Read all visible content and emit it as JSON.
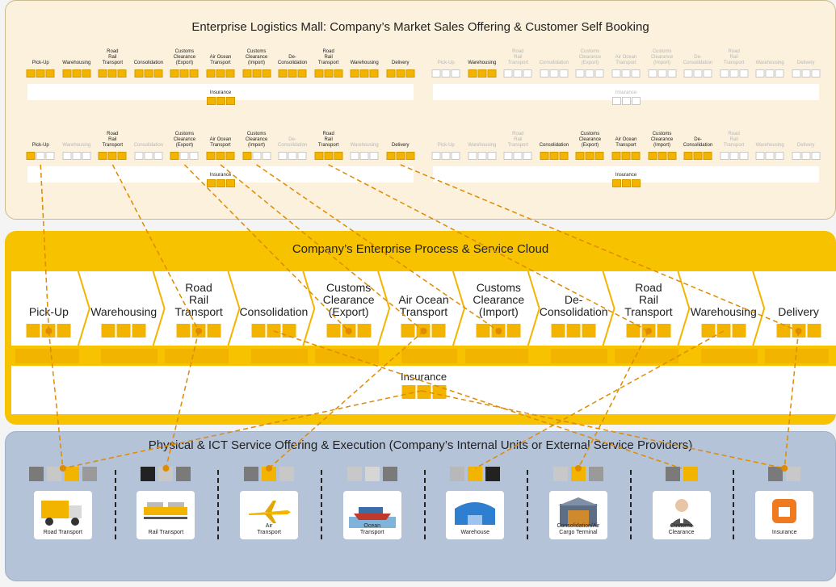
{
  "mall": {
    "title": "Enterprise Logistics Mall: Company’s Market Sales Offering & Customer Self Booking",
    "chains": [
      {
        "steps": [
          {
            "label": "Pick-Up",
            "on": "on"
          },
          {
            "label": "Warehousing",
            "on": "on"
          },
          {
            "label": "Road\nRail\nTransport",
            "on": "on"
          },
          {
            "label": "Consolidation",
            "on": "on"
          },
          {
            "label": "Customs\nClearance\n(Export)",
            "on": "on"
          },
          {
            "label": "Air Ocean\nTransport",
            "on": "on"
          },
          {
            "label": "Customs\nClearance\n(Import)",
            "on": "on"
          },
          {
            "label": "De-\nConsolidation",
            "on": "on"
          },
          {
            "label": "Road\nRail\nTransport",
            "on": "on"
          },
          {
            "label": "Warehousing",
            "on": "on"
          },
          {
            "label": "Delivery",
            "on": "on"
          }
        ],
        "insurance": {
          "label": "Insurance",
          "on": "on"
        }
      },
      {
        "steps": [
          {
            "label": "Pick-Up",
            "on": "off"
          },
          {
            "label": "Warehousing",
            "on": "on"
          },
          {
            "label": "Road\nRail\nTransport",
            "on": "off"
          },
          {
            "label": "Consolidation",
            "on": "off"
          },
          {
            "label": "Customs\nClearance\n(Export)",
            "on": "off"
          },
          {
            "label": "Air Ocean\nTransport",
            "on": "off"
          },
          {
            "label": "Customs\nClearance\n(Import)",
            "on": "off"
          },
          {
            "label": "De-\nConsolidation",
            "on": "off"
          },
          {
            "label": "Road\nRail\nTransport",
            "on": "off"
          },
          {
            "label": "Warehousing",
            "on": "off"
          },
          {
            "label": "Delivery",
            "on": "off"
          }
        ],
        "insurance": {
          "label": "Insurance",
          "on": "off"
        }
      },
      {
        "steps": [
          {
            "label": "Pick-Up",
            "on": "mix"
          },
          {
            "label": "Warehousing",
            "on": "off"
          },
          {
            "label": "Road\nRail\nTransport",
            "on": "on"
          },
          {
            "label": "Consolidation",
            "on": "off"
          },
          {
            "label": "Customs\nClearance\n(Export)",
            "on": "mix"
          },
          {
            "label": "Air Ocean\nTransport",
            "on": "on"
          },
          {
            "label": "Customs\nClearance\n(Import)",
            "on": "mix"
          },
          {
            "label": "De-\nConsolidation",
            "on": "off"
          },
          {
            "label": "Road\nRail\nTransport",
            "on": "on"
          },
          {
            "label": "Warehousing",
            "on": "off"
          },
          {
            "label": "Delivery",
            "on": "on"
          }
        ],
        "insurance": {
          "label": "Insurance",
          "on": "mix"
        }
      },
      {
        "steps": [
          {
            "label": "Pick-Up",
            "on": "off"
          },
          {
            "label": "Warehousing",
            "on": "off"
          },
          {
            "label": "Road\nRail\nTransport",
            "on": "off"
          },
          {
            "label": "Consolidation",
            "on": "on"
          },
          {
            "label": "Customs\nClearance\n(Export)",
            "on": "on"
          },
          {
            "label": "Air Ocean\nTransport",
            "on": "on"
          },
          {
            "label": "Customs\nClearance\n(Import)",
            "on": "on"
          },
          {
            "label": "De-\nConsolidation",
            "on": "on"
          },
          {
            "label": "Road\nRail\nTransport",
            "on": "off"
          },
          {
            "label": "Warehousing",
            "on": "off"
          },
          {
            "label": "Delivery",
            "on": "off"
          }
        ],
        "insurance": {
          "label": "Insurance",
          "on": "mix"
        }
      }
    ]
  },
  "cloud": {
    "title": "Company’s Enterprise Process & Service Cloud",
    "steps": [
      "Pick-Up",
      "Warehousing",
      "Road\nRail\nTransport",
      "Consolidation",
      "Customs\nClearance\n(Export)",
      "Air Ocean\nTransport",
      "Customs\nClearance\n(Import)",
      "De-\nConsolidation",
      "Road\nRail\nTransport",
      "Warehousing",
      "Delivery"
    ],
    "insurance": "Insurance"
  },
  "physical": {
    "title": "Physical & ICT Service Offering & Execution (Company’s Internal Units or External Service Providers)",
    "units": [
      {
        "label": "Road Transport",
        "icon": "truck-icon",
        "boxes": [
          "#7a7a7a",
          "#c8c8c8",
          "#f3b400",
          "#9a9a9a"
        ]
      },
      {
        "label": "Rail Transport",
        "icon": "train-icon",
        "boxes": [
          "#222222",
          "#c8c8c8",
          "#7a7a7a"
        ]
      },
      {
        "label": "Air\nTransport",
        "icon": "airplane-icon",
        "boxes": [
          "#7a7a7a",
          "#f3b400",
          "#c8c8c8"
        ]
      },
      {
        "label": "Ocean\nTransport",
        "icon": "ship-icon",
        "boxes": [
          "#c8c8c8",
          "#d6d6d6",
          "#7a7a7a"
        ]
      },
      {
        "label": "Warehouse",
        "icon": "warehouse-icon",
        "boxes": [
          "#b8b8b8",
          "#f3b400",
          "#222222"
        ]
      },
      {
        "label": "Consolidation/Air\nCargo Terminal",
        "icon": "terminal-icon",
        "boxes": [
          "#c8c8c8",
          "#f3b400",
          "#9a9a9a"
        ]
      },
      {
        "label": "Customs\nClearance",
        "icon": "customs-officer-icon",
        "boxes": [
          "#7a7a7a",
          "#f3b400"
        ]
      },
      {
        "label": "Insurance",
        "icon": "insurance-icon",
        "boxes": [
          "#7a7a7a",
          "#c8c8c8"
        ]
      }
    ]
  },
  "colors": {
    "accent": "#f7c200",
    "link": "#e08a00"
  }
}
